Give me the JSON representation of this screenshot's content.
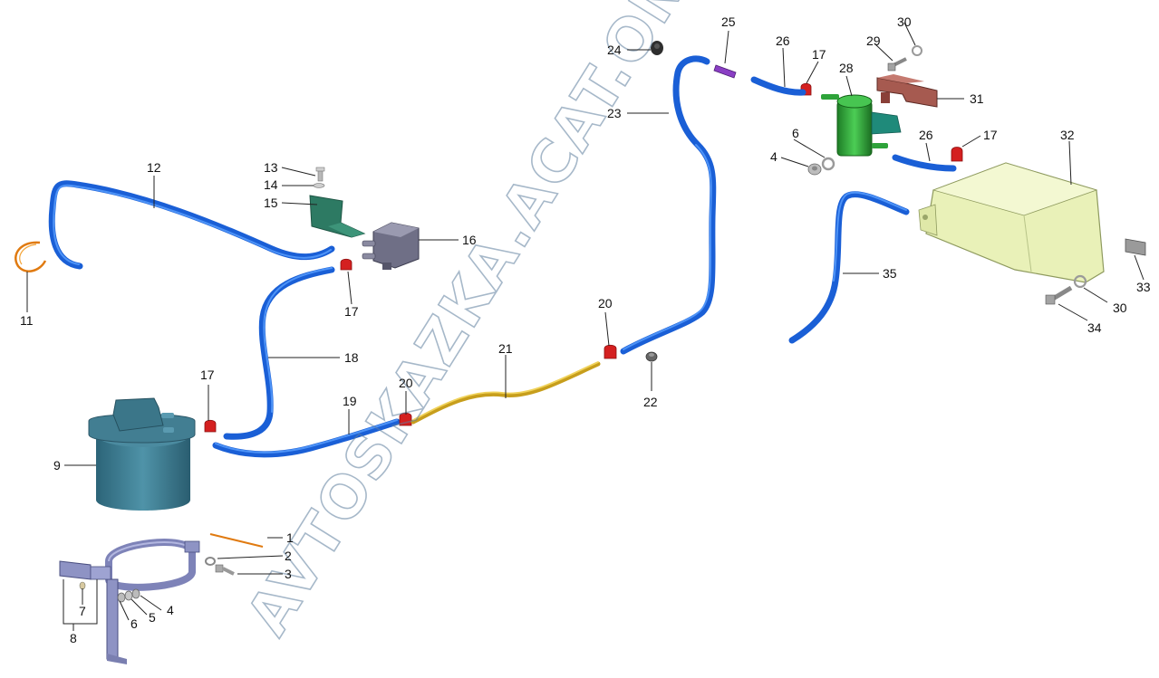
{
  "watermark": "AVTOSKAZKA.ACAT.ONLINE",
  "colors": {
    "hose": "#1a5fd6",
    "fuel_line": "#d4b02c",
    "clamp": "#d42020",
    "filter_body": "#3d7a8f",
    "canister": "#e9f1b8",
    "separator": "#2ea33a",
    "bracket": "#8a8fbf"
  },
  "callouts": {
    "c1": "1",
    "c2": "2",
    "c3": "3",
    "c4a": "4",
    "c4b": "4",
    "c5": "5",
    "c6a": "6",
    "c6b": "6",
    "c7": "7",
    "c8": "8",
    "c9": "9",
    "c11": "11",
    "c12": "12",
    "c13": "13",
    "c14": "14",
    "c15": "15",
    "c16": "16",
    "c17a": "17",
    "c17b": "17",
    "c17c": "17",
    "c17d": "17",
    "c18": "18",
    "c19": "19",
    "c20a": "20",
    "c20b": "20",
    "c21": "21",
    "c22": "22",
    "c23": "23",
    "c24": "24",
    "c25": "25",
    "c26a": "26",
    "c26b": "26",
    "c28": "28",
    "c29": "29",
    "c30a": "30",
    "c30b": "30",
    "c31": "31",
    "c32": "32",
    "c33": "33",
    "c34": "34",
    "c35": "35"
  }
}
